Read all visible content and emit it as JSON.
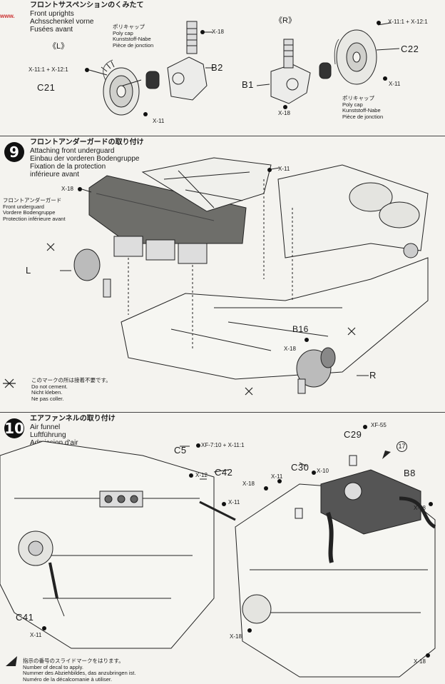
{
  "watermark": "www.",
  "step8": {
    "title_jp": "フロントサスペンションのくみたて",
    "title_en": "Front uprights",
    "title_de": "Achsschenkel vorne",
    "title_fr": "Fusées avant",
    "side_left": "《L》",
    "side_right": "《R》",
    "polycap_left": [
      "ポリキャップ",
      "Poly cap",
      "Kunststoff-Nabe",
      "Pièce de jonction"
    ],
    "polycap_right": [
      "ポリキャップ",
      "Poly cap",
      "Kunststoff-Nabe",
      "Pièce de jonction"
    ],
    "parts": {
      "b2": "B2",
      "b1": "B1",
      "c21": "C21",
      "c22": "C22"
    },
    "labels": {
      "x18a": "X-18",
      "x11x12a": "X-11:1 + X-12:1",
      "x11a": "X-11",
      "x11x12b": "X-11:1 + X-12:1",
      "x11b": "X-11",
      "x18b": "X-18"
    }
  },
  "step9": {
    "number": "9",
    "title_jp": "フロントアンダーガードの取り付け",
    "title_en": "Attaching front underguard",
    "title_de": "Einbau der vorderen Bodengruppe",
    "title_fr": "Fixation de la protection",
    "title_fr2": "inférieure avant",
    "underguard": [
      "フロントアンダーガード",
      "Front underguard",
      "Vordere Bodengruppe",
      "Protection inférieure avant"
    ],
    "labels": {
      "x18": "X-18",
      "x11": "X-11",
      "b16": "B16",
      "x18b": "X-18",
      "left": "L",
      "right": "R"
    },
    "nocement": [
      "このマークの所は接着不要です。",
      "Do not cement.",
      "Nicht kleben.",
      "Ne pas coller."
    ]
  },
  "step10": {
    "number": "10",
    "title_jp": "エアファンネルの取り付け",
    "title_en": "Air funnel",
    "title_de": "Luftführung",
    "title_fr": "Admission d'air",
    "parts": {
      "c5": "C5",
      "c42": "C42",
      "c41": "C41",
      "c29": "C29",
      "c30": "C30",
      "b8": "B8"
    },
    "labels": {
      "xf7": "XF-7:10 + X-11:1",
      "x12": "X-12",
      "x11a": "X-11",
      "x11b": "X-11",
      "x18a": "X-18",
      "x11c": "X-11",
      "x10": "X-10",
      "xf55": "XF-55",
      "x18b": "X-18",
      "x18c": "X-18",
      "x18d": "X-18",
      "decal": "17"
    },
    "decal_note": [
      "指示の番号のスライドマークをはります。",
      "Number of decal to apply.",
      "Nummer des Abziehbildes, das anzubringen ist.",
      "Numéro de la décalcomanie à utiliser."
    ]
  }
}
